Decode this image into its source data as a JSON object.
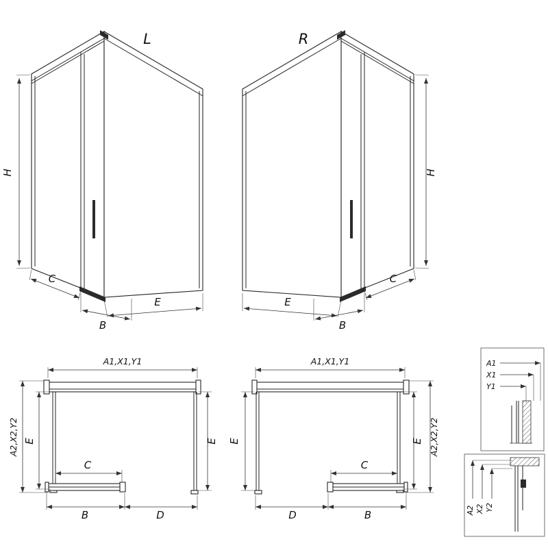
{
  "iso_left": {
    "variant_label": "L",
    "dim_h": "H",
    "dim_c": "C",
    "dim_b": "B",
    "dim_e": "E"
  },
  "iso_right": {
    "variant_label": "R",
    "dim_h": "H",
    "dim_c": "C",
    "dim_b": "B",
    "dim_e": "E"
  },
  "plan_left": {
    "dim_top": "A1,X1,Y1",
    "dim_left_outer": "A2,X2,Y2",
    "dim_left_inner": "E",
    "dim_right": "E",
    "dim_c": "C",
    "dim_b": "B",
    "dim_d": "D"
  },
  "plan_right": {
    "dim_top": "A1,X1,Y1",
    "dim_right_outer": "A2,X2,Y2",
    "dim_right_inner": "E",
    "dim_left": "E",
    "dim_c": "C",
    "dim_b": "B",
    "dim_d": "D"
  },
  "detail_top": {
    "dim_a1": "A1",
    "dim_x1": "X1",
    "dim_y1": "Y1"
  },
  "detail_bottom": {
    "dim_a2": "A2",
    "dim_x2": "X2",
    "dim_y2": "Y2"
  },
  "colors": {
    "line": "#222222",
    "dark_fill": "#2b2b2b",
    "background": "#ffffff"
  }
}
